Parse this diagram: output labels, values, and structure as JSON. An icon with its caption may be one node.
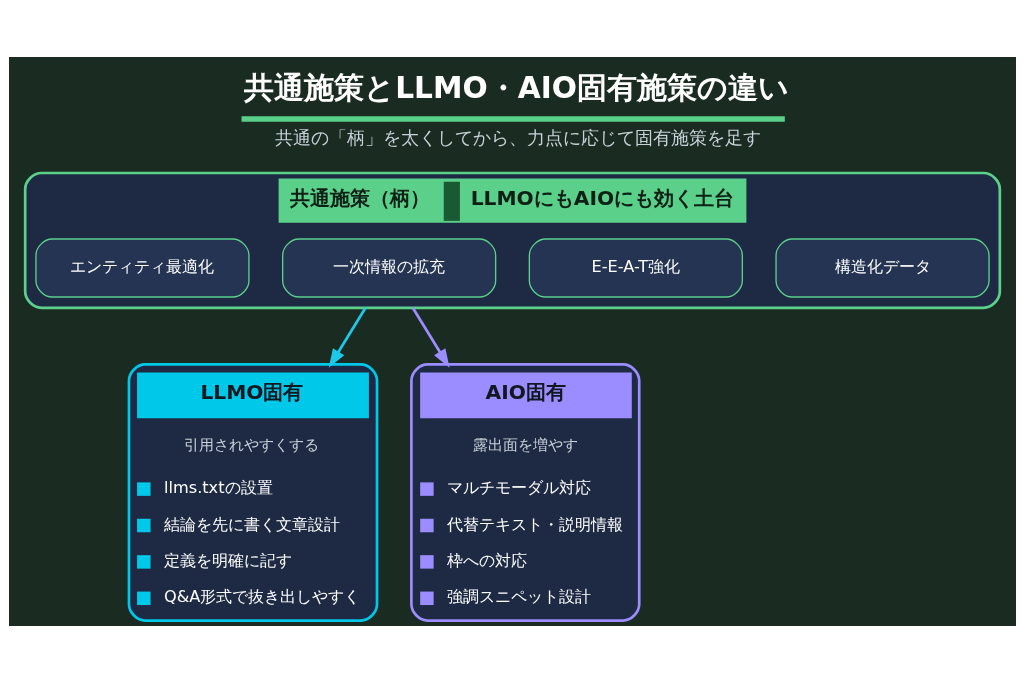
{
  "diagram": {
    "title": "共通施策とLLMO・AIO固有施策の違い",
    "caption": "共通の「柄」を太くしてから、力点に応じて固有施策を足す",
    "nodes": [
      {
        "text": [
          "共通施策（柄）",
          "LLMOにもAIOにも効く土台"
        ]
      },
      {
        "text": [
          "構造化データ"
        ],
        "in": 0
      },
      {
        "text": [
          "E-E-A-T強化"
        ],
        "in": 0
      },
      {
        "text": [
          "一次情報の拡充"
        ],
        "in": 0
      },
      {
        "text": [
          "エンティティ最適化"
        ],
        "in": 0
      },
      {
        "text": [
          "LLMO固有",
          "引用されやすくする",
          "llms.txtの設置",
          "結論を先に書く文章設計",
          "定義を明確に記す",
          "Q&A形式で抜き出しやすく"
        ]
      },
      {
        "text": [
          "AIO固有",
          "露出面を増やす",
          "マルチモーダル対応",
          "代替テキスト・説明情報",
          "枠への対応",
          "強調スニペット設計"
        ]
      }
    ],
    "edges": [
      {
        "from": 0,
        "to": 5,
        "arrow": "to",
        "color": "#1ec8e8"
      },
      {
        "from": 0,
        "to": 6,
        "arrow": "to",
        "color": "#9b8cff"
      }
    ]
  }
}
